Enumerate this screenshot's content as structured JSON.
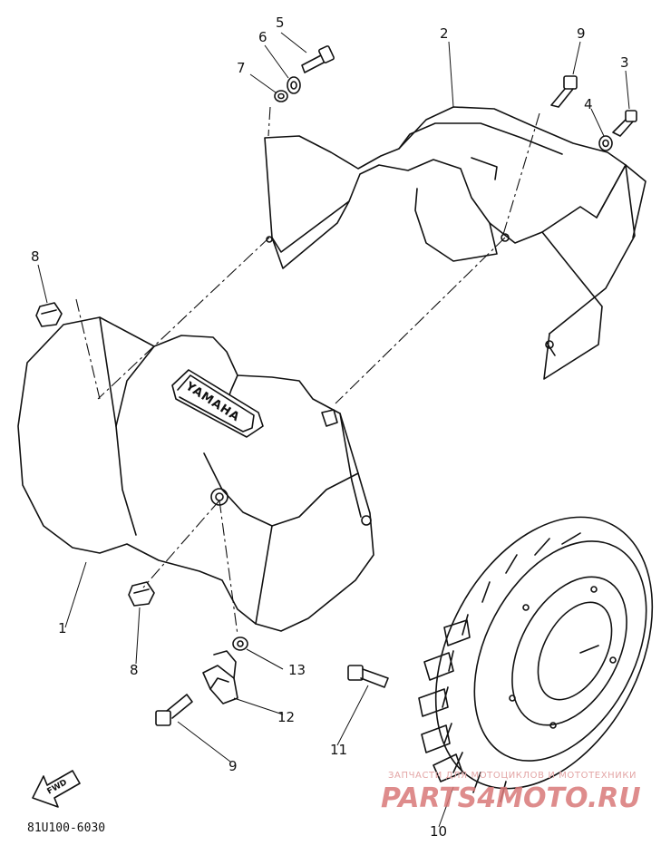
{
  "diagram": {
    "code": "81U100-6030",
    "callouts": [
      "1",
      "2",
      "3",
      "4",
      "5",
      "6",
      "7",
      "8",
      "8",
      "9",
      "9",
      "10",
      "11",
      "12",
      "13"
    ],
    "logo_text": "YAMAHA",
    "fwd_text": "FWD",
    "watermark": {
      "subtitle": "ЗАПЧАСТИ ДЛЯ МОТОЦИКЛОВ И МОТОТЕХНИКИ",
      "brand": "PARTS4MOTO.RU"
    }
  }
}
